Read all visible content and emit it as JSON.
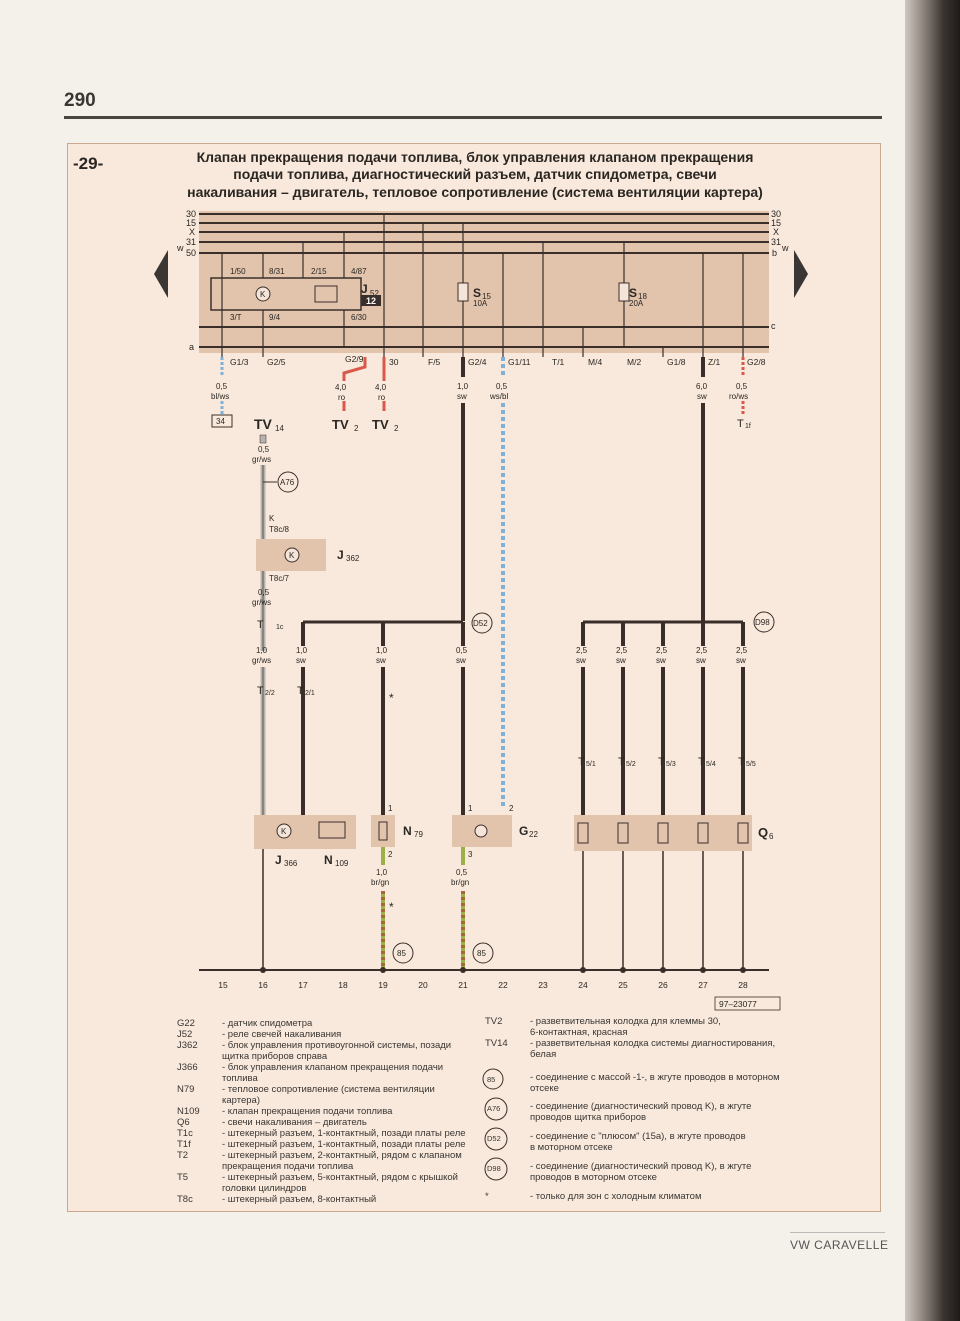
{
  "page": {
    "number": "290",
    "footer": "VW CARAVELLE"
  },
  "figure": {
    "number": "-29-",
    "title_lines": [
      "Клапан прекращения подачи топлива, блок управления клапаном прекращения",
      "подачи топлива, диагностический разъем, датчик спидометра, свечи",
      "накаливания – двигатель, тепловое сопротивление (система вентиляции картера)"
    ],
    "drawing_id": "97–23077"
  },
  "bus": {
    "left_labels": [
      "30",
      "15",
      "X",
      "31",
      "50"
    ],
    "right_labels": [
      "30",
      "15",
      "X",
      "31",
      "b"
    ],
    "w_left": "w",
    "w_right": "w",
    "a": "a",
    "c": "c"
  },
  "relay": {
    "name": "J",
    "sub": "52",
    "slot": "12",
    "pins_top": [
      "1/50",
      "8/31",
      "2/15",
      "4/87"
    ],
    "pins_bottom": [
      "3/T",
      "9/4",
      "6/30"
    ]
  },
  "fuses": [
    {
      "name": "S",
      "sub": "15",
      "rating": "10A"
    },
    {
      "name": "S",
      "sub": "18",
      "rating": "20A"
    }
  ],
  "connectors": [
    "G1/3",
    "G2/5",
    "G2/9",
    "30",
    "F/5",
    "G2/4",
    "G1/11",
    "T/1",
    "M/4",
    "M/2",
    "G1/8",
    "Z/1",
    "G2/8"
  ],
  "wires": {
    "w_bl": {
      "size": "0,5",
      "color": "bl/ws",
      "ref": "34"
    },
    "w_ro1": {
      "size": "4,0",
      "color": "ro",
      "ref": "TV"
    },
    "w_ro2": {
      "size": "4,0",
      "color": "ro",
      "ref": "TV"
    },
    "w_sw1": {
      "size": "1,0",
      "color": "sw"
    },
    "w_wsbl": {
      "size": "0,5",
      "color": "ws/bl"
    },
    "w_sw6": {
      "size": "6,0",
      "color": "sw"
    },
    "w_rows": {
      "size": "0,5",
      "color": "ro/ws",
      "ref": "T"
    },
    "tv_sub": "2",
    "t1f_sub": "1f",
    "tv14": {
      "name": "TV",
      "sub": "14",
      "size": "0,5",
      "color": "gr/ws"
    },
    "a76": "A76",
    "k": "K",
    "t8c8": "T8c/8",
    "t8c7": "T8c/7",
    "j362": {
      "name": "J",
      "sub": "362"
    },
    "gr05": {
      "size": "0,5",
      "color": "gr/ws"
    },
    "t1c": {
      "name": "T",
      "sub": "1c"
    },
    "d52": "D52",
    "d98": "D98",
    "gr10": {
      "size": "1,0",
      "color": "gr/ws"
    },
    "sw10a": {
      "size": "1,0",
      "color": "sw"
    },
    "sw10b": {
      "size": "1,0",
      "color": "sw"
    },
    "sw05": {
      "size": "0,5",
      "color": "sw"
    },
    "sw25": {
      "size": "2,5",
      "color": "sw"
    },
    "t22": "2/2",
    "t21": "2/1",
    "star": "*",
    "t5": [
      "5/1",
      "5/2",
      "5/3",
      "5/4",
      "5/5"
    ],
    "n79": {
      "name": "N",
      "sub": "79"
    },
    "g22": {
      "name": "G",
      "sub": "22"
    },
    "q6": {
      "name": "Q",
      "sub": "6"
    },
    "j366": {
      "name": "J",
      "sub": "366"
    },
    "n109": {
      "name": "N",
      "sub": "109"
    },
    "pin1": "1",
    "pin2": "2",
    "pin3": "3",
    "brgn": {
      "size": "1,0",
      "color": "br/gn"
    },
    "brgn2": {
      "size": "0,5",
      "color": "br/gn"
    },
    "g85": "85"
  },
  "tracks": [
    "15",
    "16",
    "17",
    "18",
    "19",
    "20",
    "21",
    "22",
    "23",
    "24",
    "25",
    "26",
    "27",
    "28"
  ],
  "legend_left": [
    {
      "code": "G22",
      "desc": [
        "- датчик спидометра"
      ]
    },
    {
      "code": "J52",
      "desc": [
        "- реле свечей накаливания"
      ]
    },
    {
      "code": "J362",
      "desc": [
        "- блок управления противоугонной системы, позади",
        "  щитка приборов справа"
      ]
    },
    {
      "code": "J366",
      "desc": [
        "- блок управления клапаном прекращения подачи",
        "  топлива"
      ]
    },
    {
      "code": "N79",
      "desc": [
        "- тепловое сопротивление (система вентиляции",
        "  картера)"
      ]
    },
    {
      "code": "N109",
      "desc": [
        "- клапан прекращения подачи топлива"
      ]
    },
    {
      "code": "Q6",
      "desc": [
        "- свечи накаливания – двигатель"
      ]
    },
    {
      "code": "T1c",
      "desc": [
        "- штекерный разъем, 1-контактный, позади платы реле"
      ]
    },
    {
      "code": "T1f",
      "desc": [
        "- штекерный разъем, 1-контактный, позади платы реле"
      ]
    },
    {
      "code": "T2",
      "desc": [
        "- штекерный разъем, 2-контактный, рядом с клапаном",
        "  прекращения подачи топлива"
      ]
    },
    {
      "code": "T5",
      "desc": [
        "- штекерный разъем, 5-контактный, рядом с крышкой",
        "  головки цилиндров"
      ]
    },
    {
      "code": "T8c",
      "desc": [
        "- штекерный разъем, 8-контактный"
      ]
    }
  ],
  "legend_right": [
    {
      "code": "TV2",
      "desc": [
        "- разветвительная колодка для клеммы 30,",
        "  6-контактная, красная"
      ]
    },
    {
      "code": "TV14",
      "desc": [
        "- разветвительная колодка системы диагностирования,",
        "  белая"
      ]
    },
    {
      "code": "85",
      "desc": [
        "- соединение с массой -1-, в жгуте проводов в моторном",
        "  отсеке"
      ]
    },
    {
      "code": "A76",
      "desc": [
        "- соединение (диагностический провод K), в жгуте",
        "  проводов щитка приборов"
      ]
    },
    {
      "code": "D52",
      "desc": [
        "- соединение с \"плюсом\" (15a), в жгуте проводов",
        "  в моторном отсеке"
      ]
    },
    {
      "code": "D98",
      "desc": [
        "- соединение (диагностический провод K), в жгуте",
        "  проводов в моторном отсеке"
      ]
    },
    {
      "code": "*",
      "desc": [
        "- только для зон с холодным климатом"
      ]
    }
  ],
  "colors": {
    "panel": "#e2c4ad",
    "figure_bg": "#f8e9dc",
    "wire_black": "#3a2e2a",
    "wire_red": "#d8584a",
    "wire_blue": "#7fb1d8",
    "wire_grey": "#b7b2ad",
    "wire_green": "#9ab04a",
    "wire_brown": "#a36a3c"
  }
}
